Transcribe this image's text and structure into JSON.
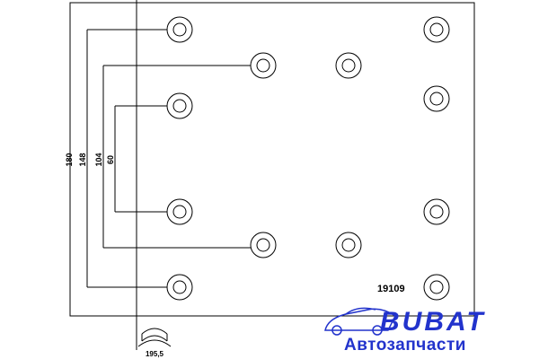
{
  "drawing": {
    "part_number": "19109",
    "dimensions": {
      "total_height": "180",
      "outer_hole_span": "148",
      "middle_hole_span": "104",
      "inner_hole_span": "60",
      "arc_radius": "195,5"
    }
  },
  "watermark": {
    "brand": "BUBAT",
    "subtitle": "Автозапчасти",
    "color": "#2233cc"
  }
}
